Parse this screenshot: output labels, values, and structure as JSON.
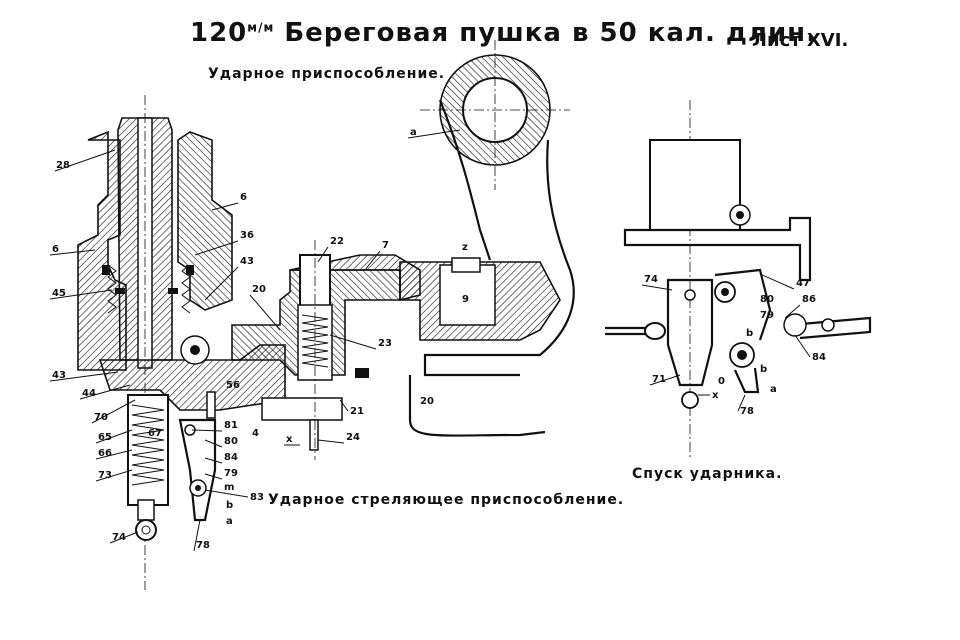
{
  "header": {
    "title_prefix": "120",
    "title_unit": "м/м",
    "title_text": "Береговая пушка в 50 кал. длин.",
    "sheet": "Лист XVI."
  },
  "captions": {
    "percussion_device": "Ударное приспособление.",
    "percussion_firing_device": "Ударное стреляющее приспособление.",
    "striker_release": "Спуск ударника."
  },
  "labels": {
    "l28": "28",
    "l6a": "6",
    "l6b": "6",
    "l36": "36",
    "l43a": "43",
    "l45": "45",
    "l43b": "43",
    "l44": "44",
    "l70": "70",
    "l65": "65",
    "l66": "66",
    "l73a": "73",
    "l74a": "74",
    "l67": "67",
    "l20a": "20",
    "l56": "56",
    "l81": "81",
    "l80a": "80",
    "l84a": "84",
    "l79a": "79",
    "lm": "m",
    "l83": "83",
    "l78a": "78",
    "lba": "b",
    "laa": "a",
    "l4": "4",
    "lxa": "x",
    "l22": "22",
    "l7": "7",
    "lz": "z",
    "l9": "9",
    "l23": "23",
    "l21": "21",
    "l24": "24",
    "l20b": "20",
    "la": "a",
    "l74b": "74",
    "l47": "47",
    "l80b": "80",
    "l86": "86",
    "l79b": "79",
    "l84b": "84",
    "l71": "71",
    "lb2": "b",
    "l0": "0",
    "lx2": "x",
    "la2": "a",
    "l78b": "78",
    "lbb": "b"
  }
}
